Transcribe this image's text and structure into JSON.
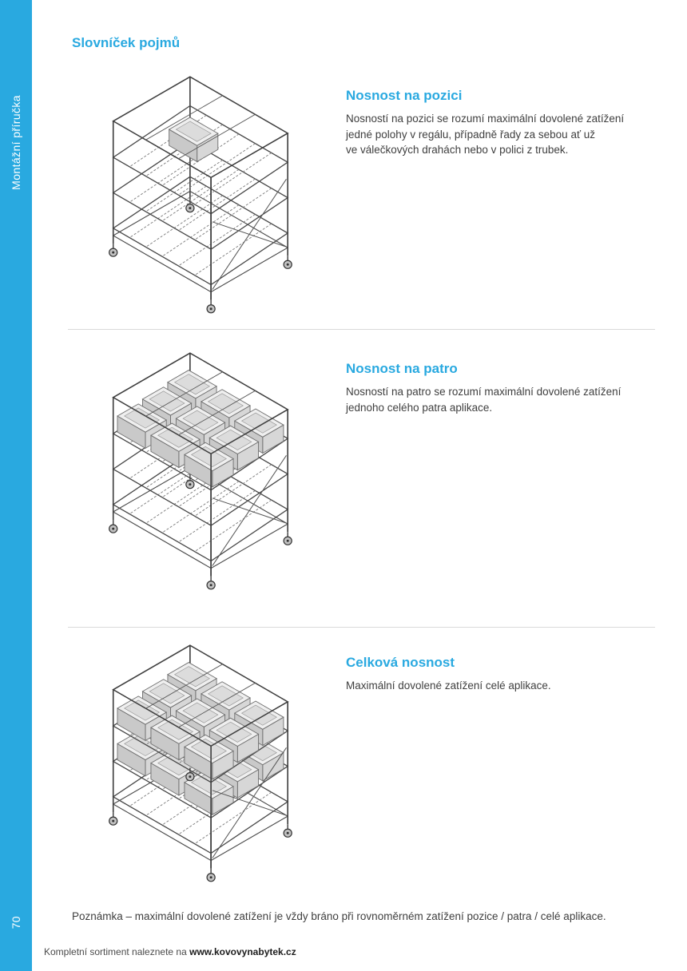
{
  "page": {
    "title": "Slovníček pojmů",
    "note": "Poznámka – maximální dovolené zatížení je vždy bráno při rovnoměrném zatížení pozice / patra / celé aplikace.",
    "footer_prefix": "Kompletní sortiment naleznete na ",
    "footer_site": "www.kovovynabytek.cz"
  },
  "sidebar": {
    "label": "Montážní příručka",
    "page_number": "70",
    "color": "#29a9e0"
  },
  "sections": [
    {
      "heading": "Nosnost na pozici",
      "body": "Nosností na pozici se rozumí maximální dovolené zatížení\njedné polohy v regálu, případně řady za sebou ať už\nve válečkových drahách nebo v polici z trubek.",
      "illustration": "flow-rack-single-bin"
    },
    {
      "heading": "Nosnost na patro",
      "body": "Nosností na patro se rozumí maximální dovolené zatížení\njednoho celého patra aplikace.",
      "illustration": "flow-rack-full-top-level"
    },
    {
      "heading": "Celková nosnost",
      "body": "Maximální dovolené zatížení celé aplikace.",
      "illustration": "flow-rack-fully-loaded"
    }
  ]
}
